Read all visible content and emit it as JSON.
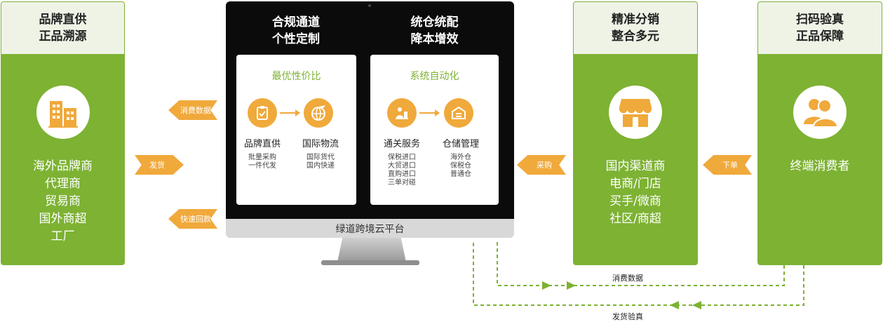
{
  "left_card": {
    "title_1": "品牌直供",
    "title_2": "正品溯源",
    "icon": "building-icon",
    "items": [
      "海外品牌商",
      "代理商",
      "贸易商",
      "国外商超",
      "工厂"
    ]
  },
  "left_arrows": {
    "consume_data": "消费数据",
    "ship": "发货",
    "fast_payment": "快速回款"
  },
  "monitor": {
    "platform": "绿道跨境云平台",
    "left_col": {
      "title_1": "合规通道",
      "title_2": "个性定制",
      "panel_title": "最优性价比",
      "node_1": {
        "label": "品牌直供",
        "sub": [
          "批量采购",
          "一件代发"
        ],
        "icon": "clipboard-icon"
      },
      "node_2": {
        "label": "国际物流",
        "sub": [
          "国际货代",
          "国内快递"
        ],
        "icon": "plane-globe-icon"
      }
    },
    "right_col": {
      "title_1": "统仓统配",
      "title_2": "降本增效",
      "panel_title": "系统自动化",
      "node_1": {
        "label": "通关服务",
        "sub": [
          "保税进口",
          "大贸进口",
          "直购进口",
          "三单对碰"
        ],
        "icon": "customs-officer-icon"
      },
      "node_2": {
        "label": "仓储管理",
        "sub": [
          "海外仓",
          "保税仓",
          "普通仓"
        ],
        "icon": "warehouse-icon"
      }
    }
  },
  "mid_arrow": {
    "purchase": "采购"
  },
  "channel_card": {
    "title_1": "精准分销",
    "title_2": "整合多元",
    "icon": "store-icon",
    "items": [
      "国内渠道商",
      "电商/门店",
      "买手/微商",
      "社区/商超"
    ]
  },
  "right_arrow": {
    "order": "下单"
  },
  "consumer_card": {
    "title_1": "扫码验真",
    "title_2": "正品保障",
    "icon": "users-icon",
    "items": [
      "终端消费者"
    ]
  },
  "bottom_flows": {
    "consume_data": "消费数据",
    "ship_verify": "发货验真"
  },
  "colors": {
    "green": "#7db233",
    "orange": "#f0a93b",
    "head_bg": "#eef3e6"
  }
}
